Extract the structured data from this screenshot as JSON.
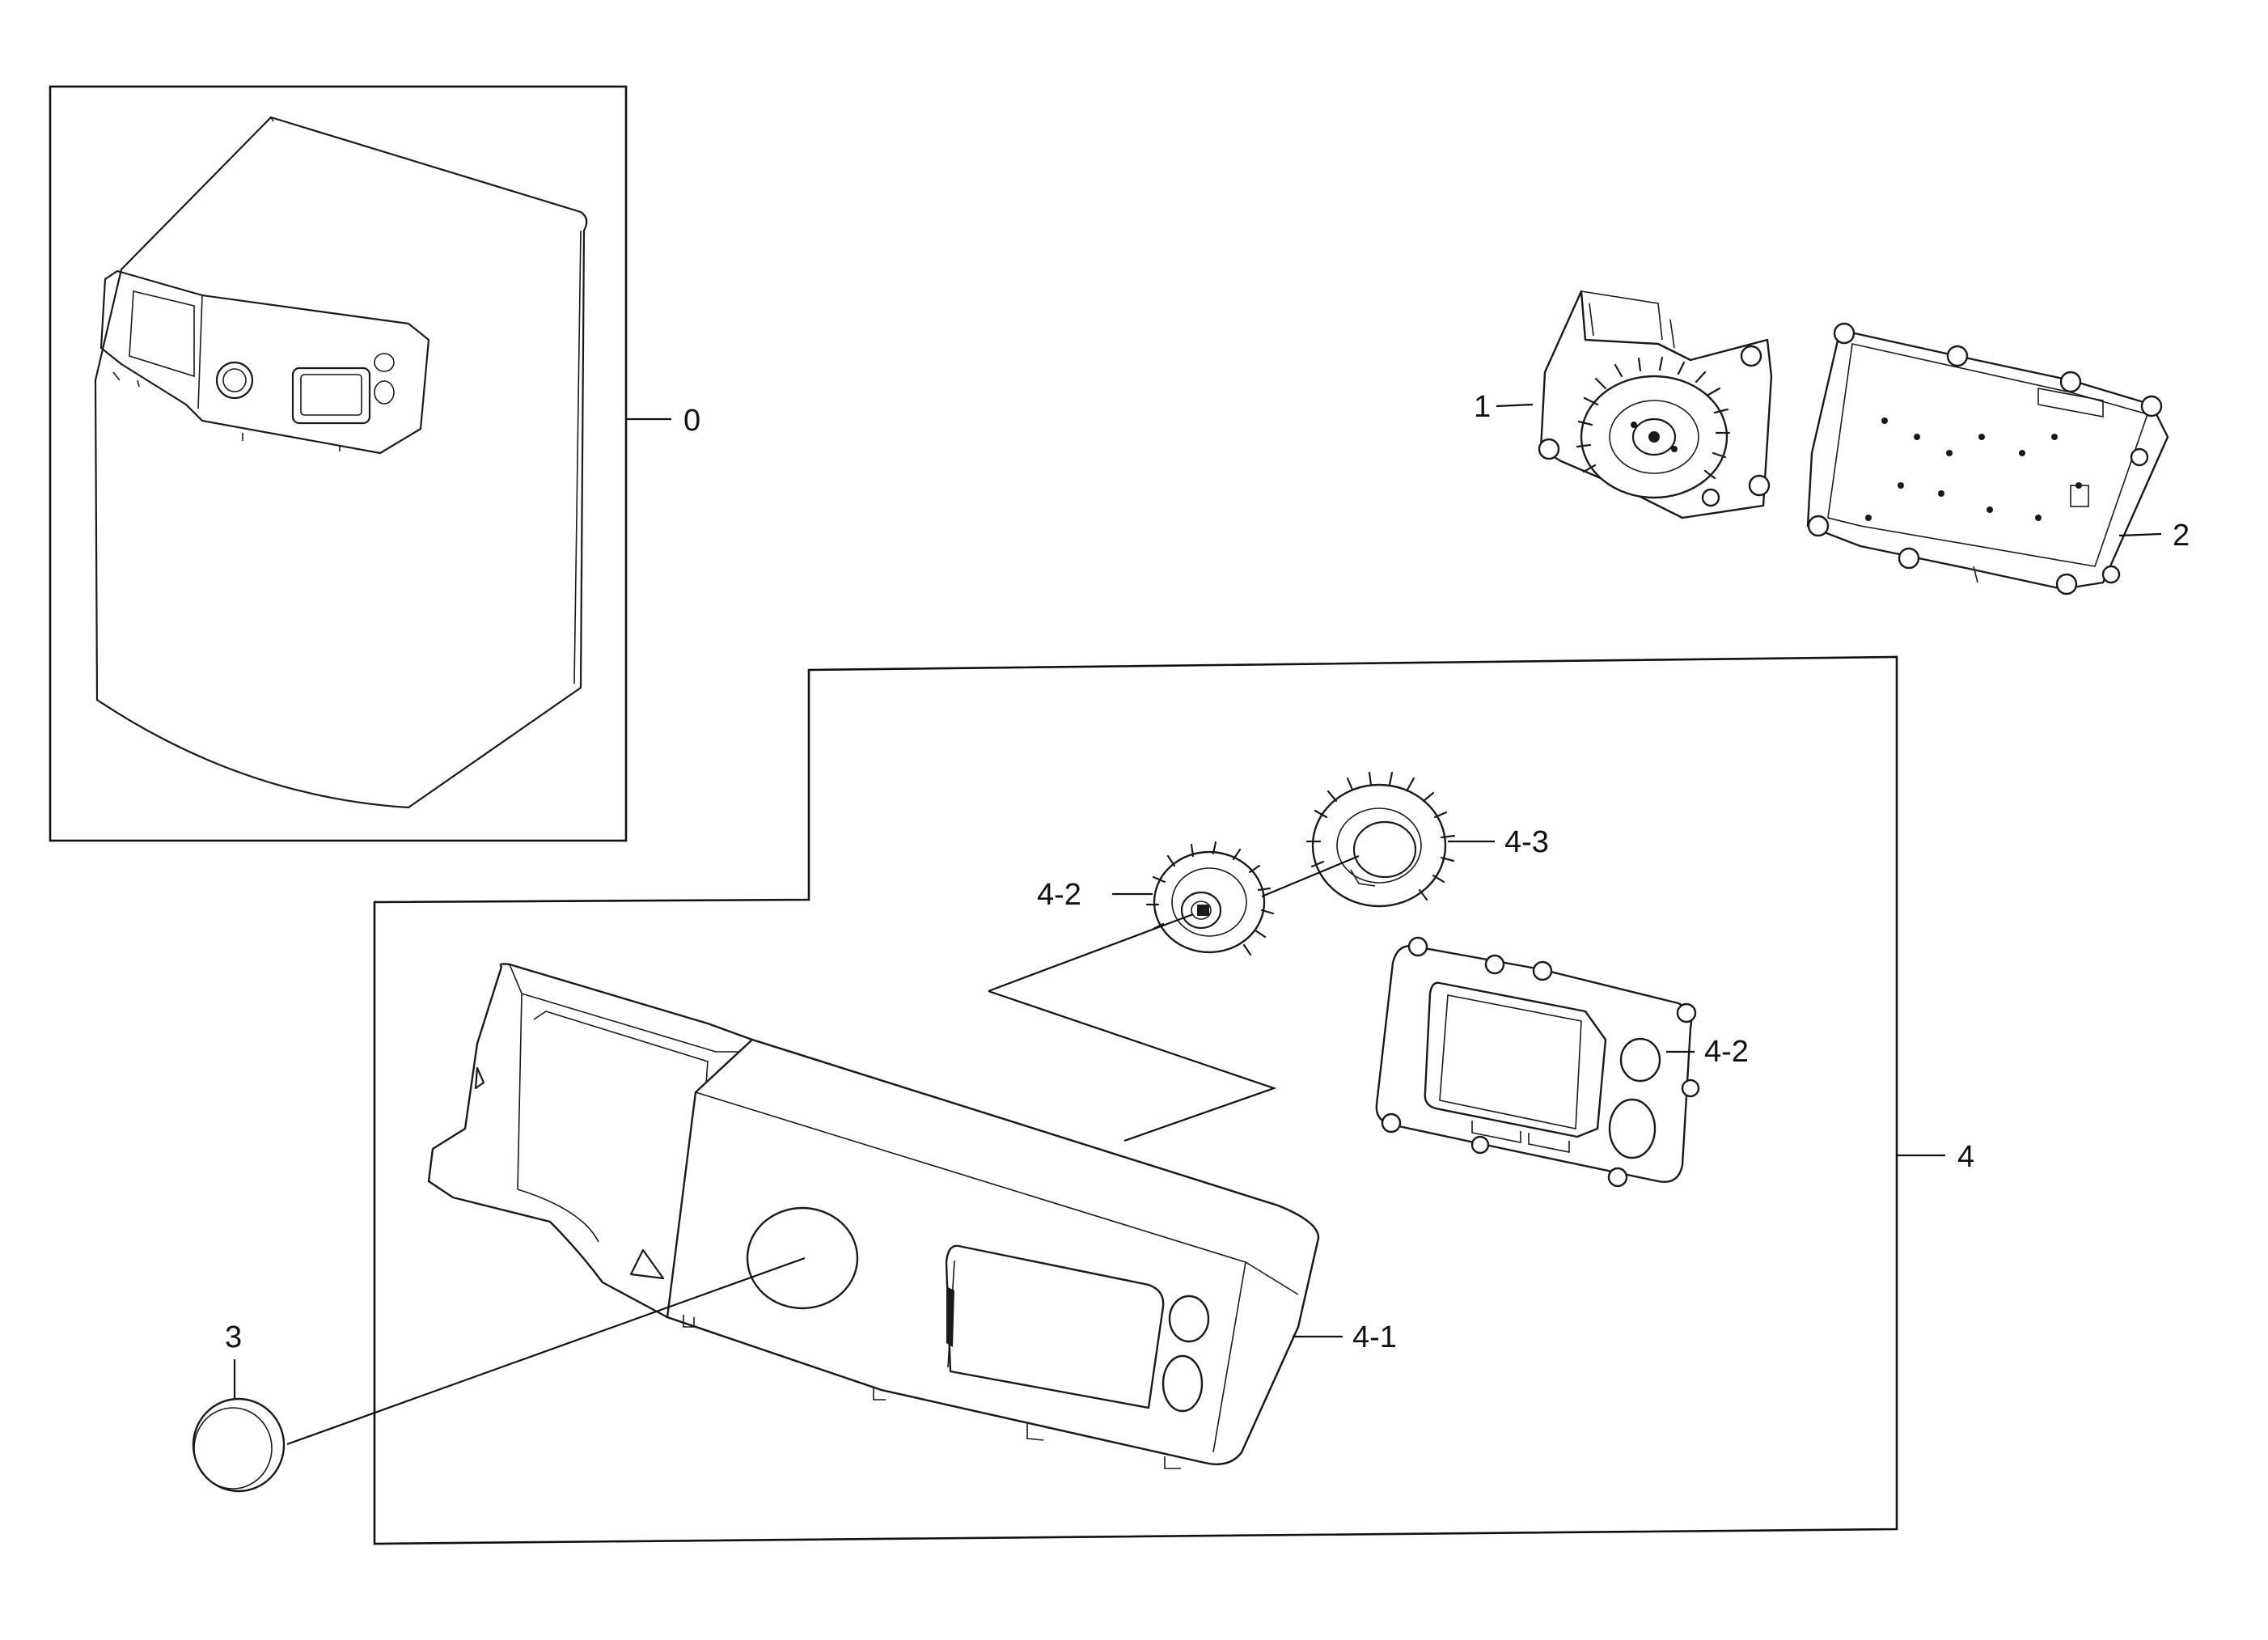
{
  "diagram": {
    "labels": {
      "assembly_0": "0",
      "part_1": "1",
      "part_2": "2",
      "part_3": "3",
      "assembly_4": "4",
      "part_4_1": "4-1",
      "part_4_2_knob": "4-2",
      "part_4_2_board": "4-2",
      "part_4_3": "4-3"
    }
  },
  "colors": {
    "line": "#1a1a1a",
    "background": "#ffffff"
  }
}
